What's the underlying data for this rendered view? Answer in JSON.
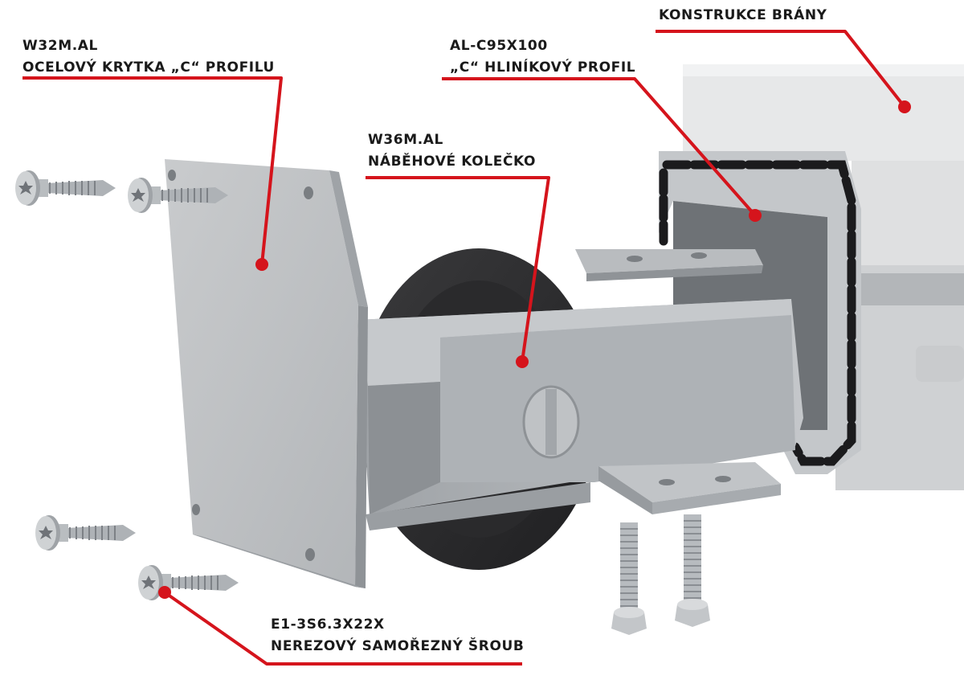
{
  "callouts": {
    "konstrukce": {
      "line1": "KONSTRUKCE BRÁNY"
    },
    "profil": {
      "line1": "AL-C95X100",
      "line2": "„C“ HLINÍKOVÝ PROFIL"
    },
    "krytka": {
      "line1": "W32M.AL",
      "line2": "OCELOVÝ KRYTKA „C“ PROFILU"
    },
    "kolecko": {
      "line1": "W36M.AL",
      "line2": "NÁBĚHOVÉ KOLEČKO"
    },
    "sroub": {
      "line1": "E1-3S6.3X22X",
      "line2": "NEREZOVÝ SAMOŘEZNÝ ŠROUB"
    }
  },
  "colors": {
    "callout": "#d5141c",
    "text": "#1a1a1a",
    "metal": "#b4b8bc",
    "rubber": "#2b2b2d"
  },
  "icons": [
    "torx-screw",
    "bolt",
    "wheel",
    "c-profile",
    "end-cap-plate"
  ]
}
